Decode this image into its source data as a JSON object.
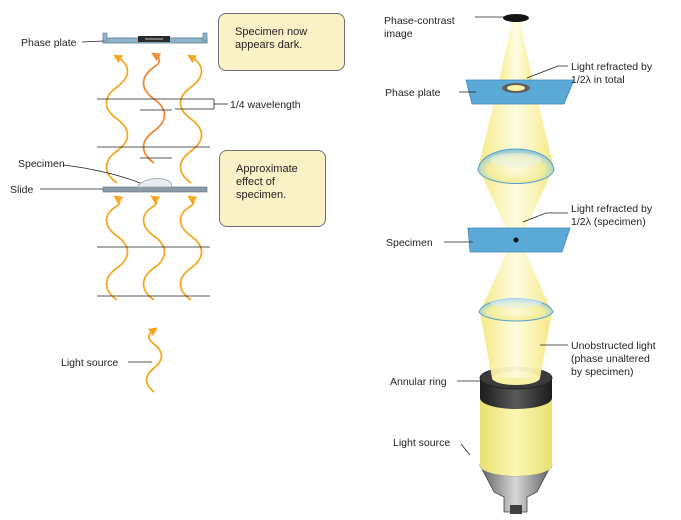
{
  "left_panel": {
    "labels": {
      "phase_plate": "Phase plate",
      "quarter_wavelength": "1/4 wavelength",
      "specimen": "Specimen",
      "slide": "Slide",
      "light_source": "Light source"
    },
    "callout_top": [
      "Specimen now",
      "appears dark."
    ],
    "callout_bottom": [
      "Approximate",
      "effect of",
      "specimen."
    ]
  },
  "right_panel": {
    "labels": {
      "phase_contrast_image": [
        "Phase-contrast",
        "image"
      ],
      "light_refracted_total": [
        "Light refracted by",
        "1/2λ in total"
      ],
      "phase_plate": "Phase plate",
      "light_refracted_specimen": [
        "Light refracted by",
        "1/2λ (specimen)"
      ],
      "specimen": "Specimen",
      "unobstructed_light": [
        "Unobstructed light",
        "(phase unaltered",
        "by specimen)"
      ],
      "annular_ring": "Annular ring",
      "light_source": "Light source"
    }
  },
  "colors": {
    "wave_yellow": "#f7a823",
    "wave_orange": "#ef8a3a",
    "plate_blue": "#5aa9d6",
    "slide_gray": "#8a9aa6",
    "light_beam": "#fbf3a6",
    "callout_fill": "#fbf1c6",
    "leader_line": "#231f20"
  }
}
